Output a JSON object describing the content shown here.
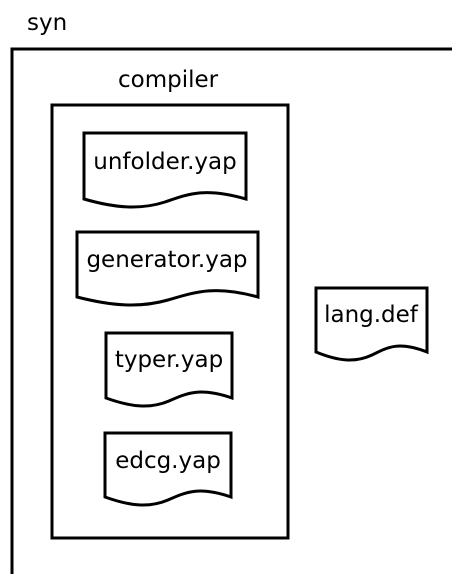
{
  "outer_folder": {
    "label": "syn"
  },
  "inner_folder": {
    "label": "compiler"
  },
  "documents": {
    "unfolder": "unfolder.yap",
    "generator": "generator.yap",
    "typer": "typer.yap",
    "edcg": "edcg.yap",
    "langdef": "lang.def"
  }
}
